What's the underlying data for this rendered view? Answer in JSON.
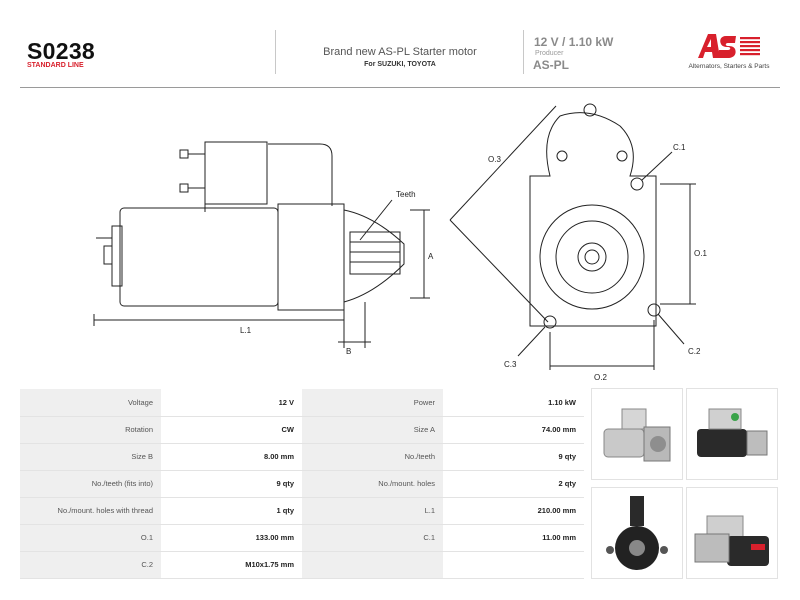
{
  "header": {
    "code": "S0238",
    "line": "STANDARD LINE",
    "title": "Brand new AS-PL Starter motor",
    "subtitle": "For SUZUKI, TOYOTA",
    "voltage_power": "12 V  /  1.10 kW",
    "producer_label": "Producer",
    "producer": "AS-PL",
    "logo_text": "AS",
    "tagline": "Alternators, Starters & Parts"
  },
  "drawing_labels": {
    "teeth": "Teeth",
    "a": "A",
    "b": "B",
    "l1": "L.1",
    "o1": "O.1",
    "o2": "O.2",
    "o3": "O.3",
    "c1": "C.1",
    "c2": "C.2",
    "c3": "C.3"
  },
  "specs": [
    [
      "Voltage",
      "12 V",
      "Power",
      "1.10 kW"
    ],
    [
      "Rotation",
      "CW",
      "Size A",
      "74.00 mm"
    ],
    [
      "Size B",
      "8.00 mm",
      "No./teeth",
      "9 qty"
    ],
    [
      "No./teeth (fits into)",
      "9 qty",
      "No./mount. holes",
      "2 qty"
    ],
    [
      "No./mount. holes with thread",
      "1 qty",
      "L.1",
      "210.00 mm"
    ],
    [
      "O.1",
      "133.00 mm",
      "C.1",
      "11.00 mm"
    ],
    [
      "C.2",
      "M10x1.75 mm",
      "",
      ""
    ]
  ],
  "colors": {
    "brand_red": "#d8202c",
    "grey_text": "#8a8a8a",
    "label_bg": "#efefef"
  }
}
